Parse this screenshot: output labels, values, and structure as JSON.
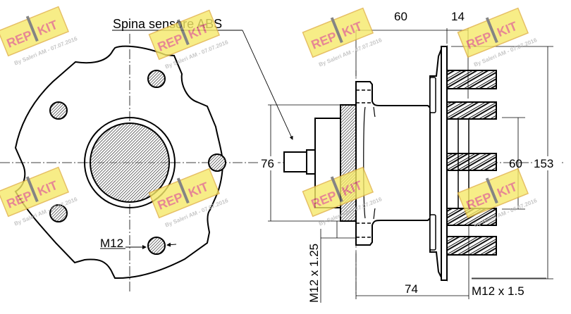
{
  "drawing": {
    "title": "Wheel hub bearing technical drawing",
    "labels": {
      "abs_sensor": "Spina sensore ABS",
      "bolt_thread_front": "M12",
      "dim_top_60": "60",
      "dim_top_14": "14",
      "dim_76": "76",
      "dim_inner_60": "60",
      "dim_153": "153",
      "dim_74": "74",
      "thread_inner": "M12 x 1.25",
      "thread_stud": "M12 x 1.5"
    },
    "dimensions": {
      "hub_flange_length_mm": 60,
      "rotor_thickness_mm": 14,
      "pilot_diameter_mm": 76,
      "stud_pitch_mm": 60,
      "flange_diameter_mm": 153,
      "overall_length_mm": 74,
      "inner_thread": "M12 x 1.25",
      "stud_thread": "M12 x 1.5",
      "front_bolt": "M12"
    },
    "colors": {
      "line": "#000000",
      "hatch": "#444444",
      "watermark_bg": "#f5e96a",
      "watermark_border": "#e0b040",
      "watermark_text": "#e06a7a",
      "watermark_tool": "#666666",
      "watermark_caption": "#b8b8b8"
    }
  },
  "watermark": {
    "brand_left": "REP",
    "brand_right": "KIT",
    "caption": "By Saleri AM - 07.07.2016"
  }
}
